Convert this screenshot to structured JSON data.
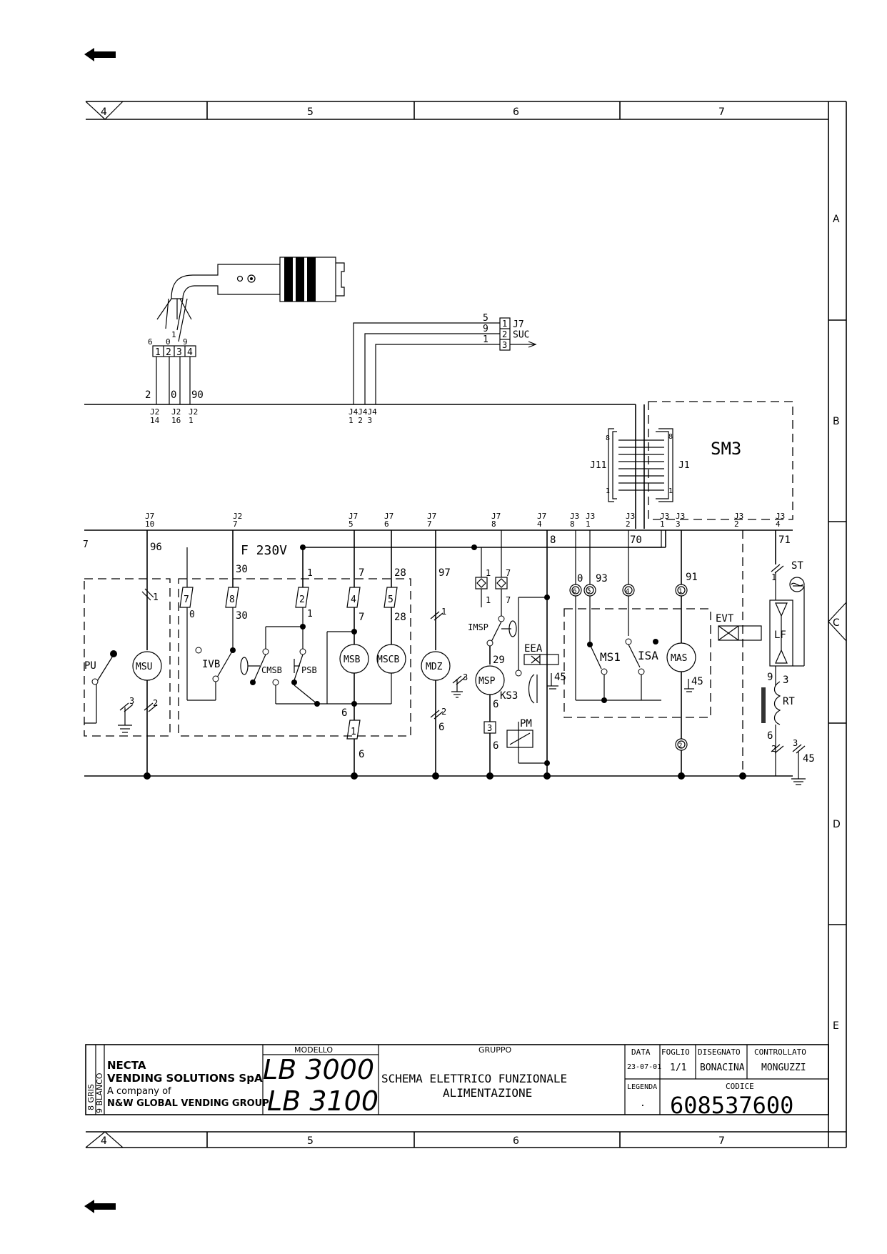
{
  "nav": {
    "back_top": "back-arrow",
    "back_bottom": "back-arrow"
  },
  "frame": {
    "columns": [
      "4",
      "5",
      "6",
      "7"
    ],
    "rows": [
      "A",
      "B",
      "C",
      "D",
      "E"
    ]
  },
  "sensor": {
    "pins": [
      "1",
      "2",
      "3",
      "4"
    ],
    "wires": [
      "6",
      "0",
      "9"
    ],
    "wire_1": "1",
    "out": [
      "2",
      "0",
      "90"
    ],
    "conn": [
      "J2\n14",
      "J2\n16",
      "J2\n1"
    ]
  },
  "j7suc": {
    "label": "J7\nSUC",
    "wires": [
      "5",
      "9",
      "1"
    ],
    "pins": [
      "1",
      "2",
      "3"
    ]
  },
  "j4": [
    "J4\n1",
    "J4\n2",
    "J4\n3"
  ],
  "board": {
    "j11": "J11",
    "j1": "J1",
    "name": "SM3",
    "pin8": "8",
    "pin1": "1"
  },
  "bus_labels": {
    "top": [
      "J7\n10",
      "J2\n7",
      "J7\n5",
      "J7\n6",
      "J7\n7",
      "J7\n8",
      "J7\n4",
      "J3\n8",
      "J3\n1",
      "J3\n2",
      "J3\n1",
      "J3\n3",
      "J3\n2",
      "J3\n4"
    ],
    "supply": "F 230V",
    "wire_nums": [
      "7",
      "96",
      "30",
      "1",
      "7",
      "28",
      "97",
      "1",
      "7",
      "8",
      "0",
      "93",
      "70",
      "91",
      "71"
    ]
  },
  "components": {
    "pu": "PU",
    "msu": "MSU",
    "ivb": "IVB",
    "cmsb": "CMSB",
    "psb": "PSB",
    "msb": "MSB",
    "mscb": "MSCB",
    "mdz": "MDZ",
    "imsp": "IMSP",
    "msp": "MSP",
    "eea": "EEA",
    "ks3": "KS3",
    "pm": "PM",
    "ms1": "MS1",
    "isa": "ISA",
    "mas": "MAS",
    "evt": "EVT",
    "lf": "LF",
    "st": "ST",
    "rt": "RT"
  },
  "titleblock": {
    "side_a": "8 GRIS",
    "side_b": "9 BLANCO",
    "company_1": "NECTA",
    "company_2": "VENDING SOLUTIONS SpA",
    "company_3": "A company of",
    "company_4": "N&W GLOBAL VENDING GROUP",
    "modello_label": "MODELLO",
    "model_1": "LB 3000",
    "model_2": "LB 3100",
    "gruppo_label": "GRUPPO",
    "gruppo_1": "SCHEMA ELETTRICO FUNZIONALE",
    "gruppo_2": "ALIMENTAZIONE",
    "data_label": "DATA",
    "data": "23-07-01",
    "foglio_label": "FOGLIO",
    "foglio": "1/1",
    "disegnato_label": "DISEGNATO",
    "disegnato": "BONACINA",
    "controllato_label": "CONTROLLATO",
    "controllato": "MONGUZZI",
    "legenda_label": "LEGENDA",
    "legenda": ".",
    "codice_label": "CODICE",
    "codice": "608537600"
  }
}
